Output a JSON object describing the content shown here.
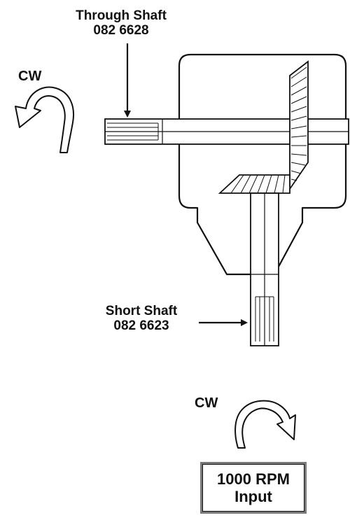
{
  "through_shaft": {
    "name": "Through Shaft",
    "part_number": "082 6628",
    "rotation": "CW"
  },
  "short_shaft": {
    "name": "Short Shaft",
    "part_number": "082 6623",
    "rotation": "CW"
  },
  "input_box": {
    "line1": "1000 RPM",
    "line2": "Input"
  },
  "colors": {
    "ink": "#111111",
    "box_outline": "#7a7a7a",
    "background": "#ffffff"
  }
}
